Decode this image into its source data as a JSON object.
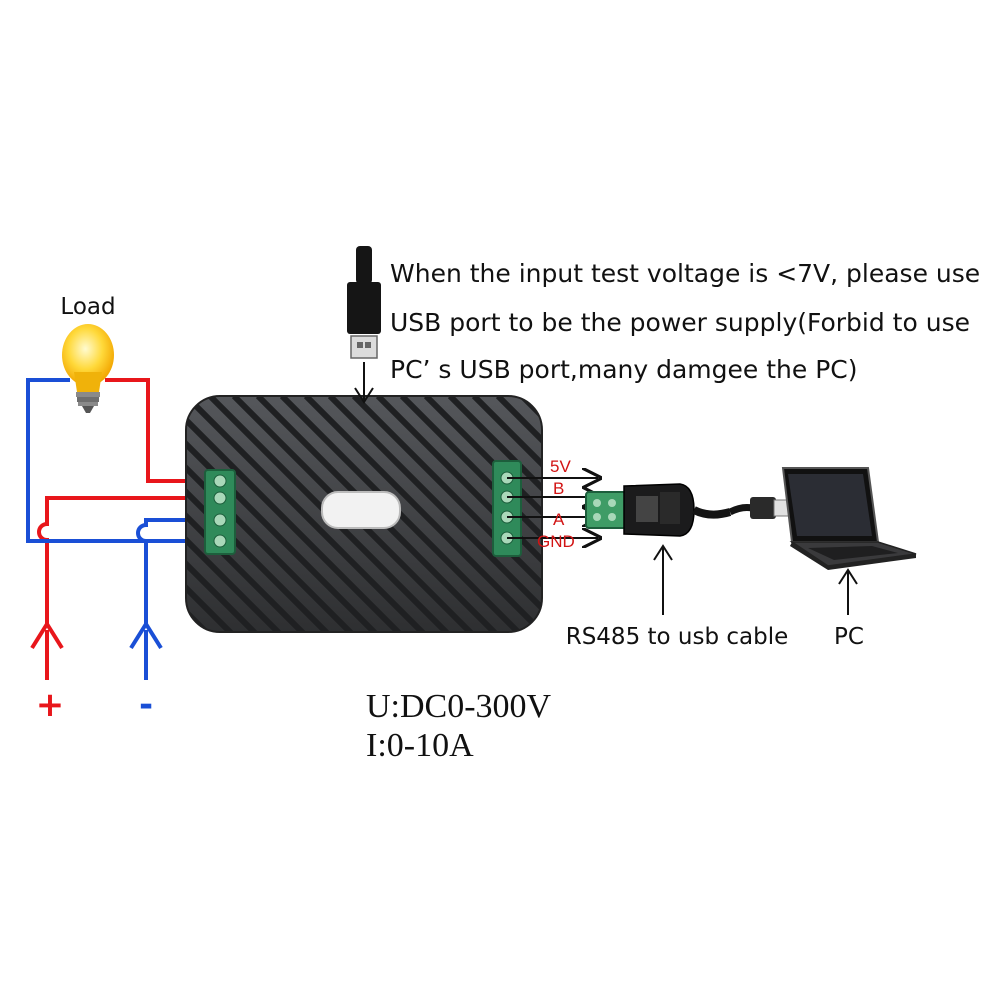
{
  "load_label": "Load",
  "usb_note": [
    "When the input test voltage is <7V, please use",
    "USB port to be the power supply(Forbid to use",
    "PC’  s USB port,many damgee the PC)"
  ],
  "pins": [
    "5V",
    "B",
    "A",
    "GND"
  ],
  "cable_label": "RS485 to usb cable",
  "pc_label": "PC",
  "plus_label": "+",
  "minus_label": "-",
  "spec_voltage": "U:DC0-300V",
  "spec_current": "I:0-10A",
  "colors": {
    "positive_wire": "#e8161b",
    "negative_wire": "#1a4fd6",
    "enclosure": "#3a3b3d",
    "terminal": "#2f8a5a"
  }
}
